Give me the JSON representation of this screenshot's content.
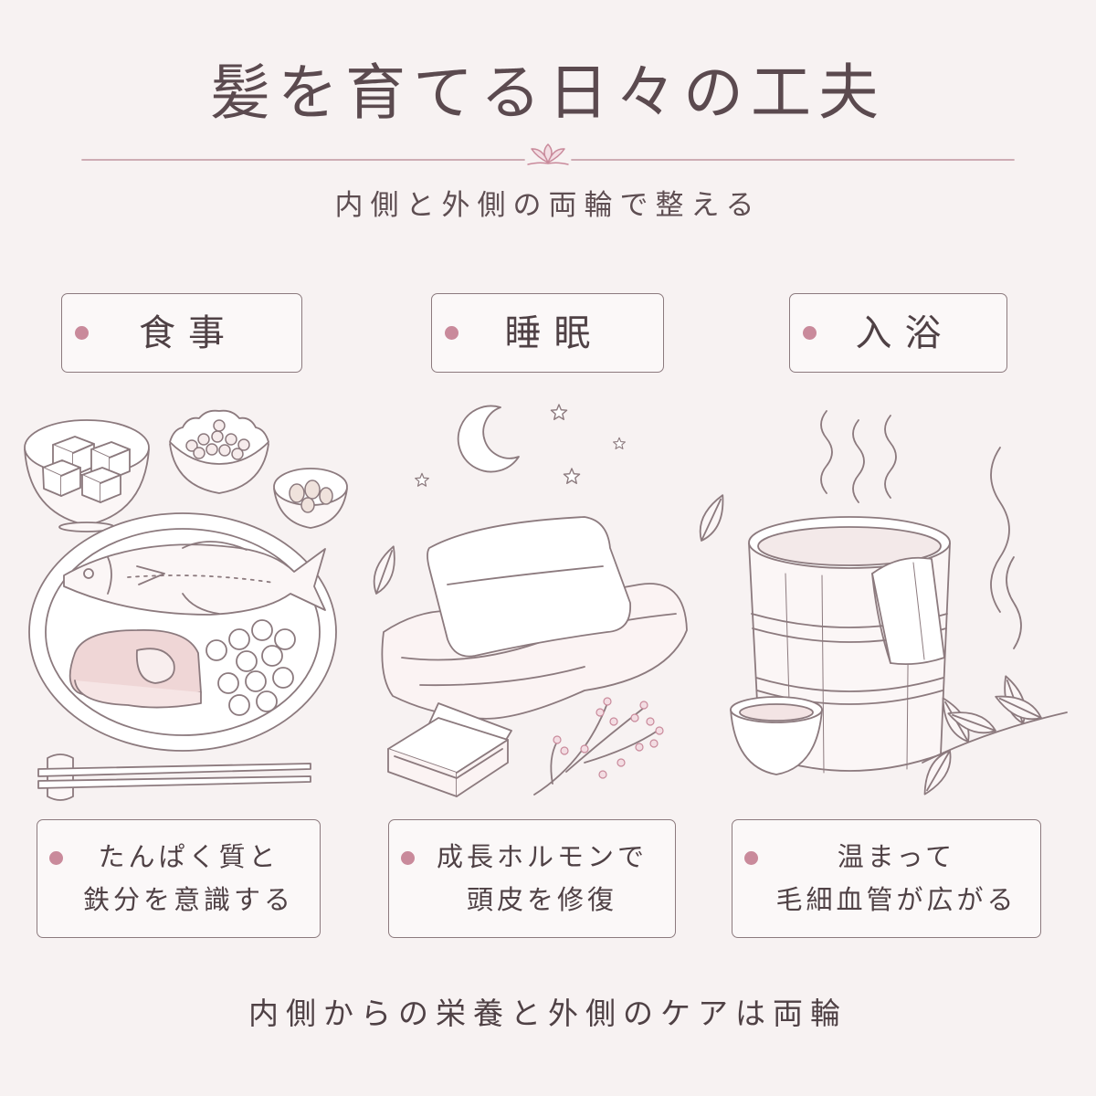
{
  "title": "髪を育てる日々の工夫",
  "subtitle": "内側と外側の両輪で整える",
  "categories": [
    {
      "label": "食事",
      "desc": [
        "たんぱく質と",
        "鉄分を意識する"
      ],
      "illustration": "meal-illustration"
    },
    {
      "label": "睡眠",
      "desc": [
        "成長ホルモンで",
        "頭皮を修復"
      ],
      "illustration": "sleep-illustration"
    },
    {
      "label": "入浴",
      "desc": [
        "温まって",
        "毛細血管が広がる"
      ],
      "illustration": "bath-illustration"
    }
  ],
  "footer": "内側からの栄養と外側のケアは両輪",
  "colors": {
    "background": "#f7f2f2",
    "text": "#5a4a4e",
    "border": "#8c7a7e",
    "accent": "#c98a9b",
    "divider": "#c9a3ab"
  },
  "icons": {
    "bullet": "bullet-dot",
    "divider_ornament": "flower-ornament"
  }
}
